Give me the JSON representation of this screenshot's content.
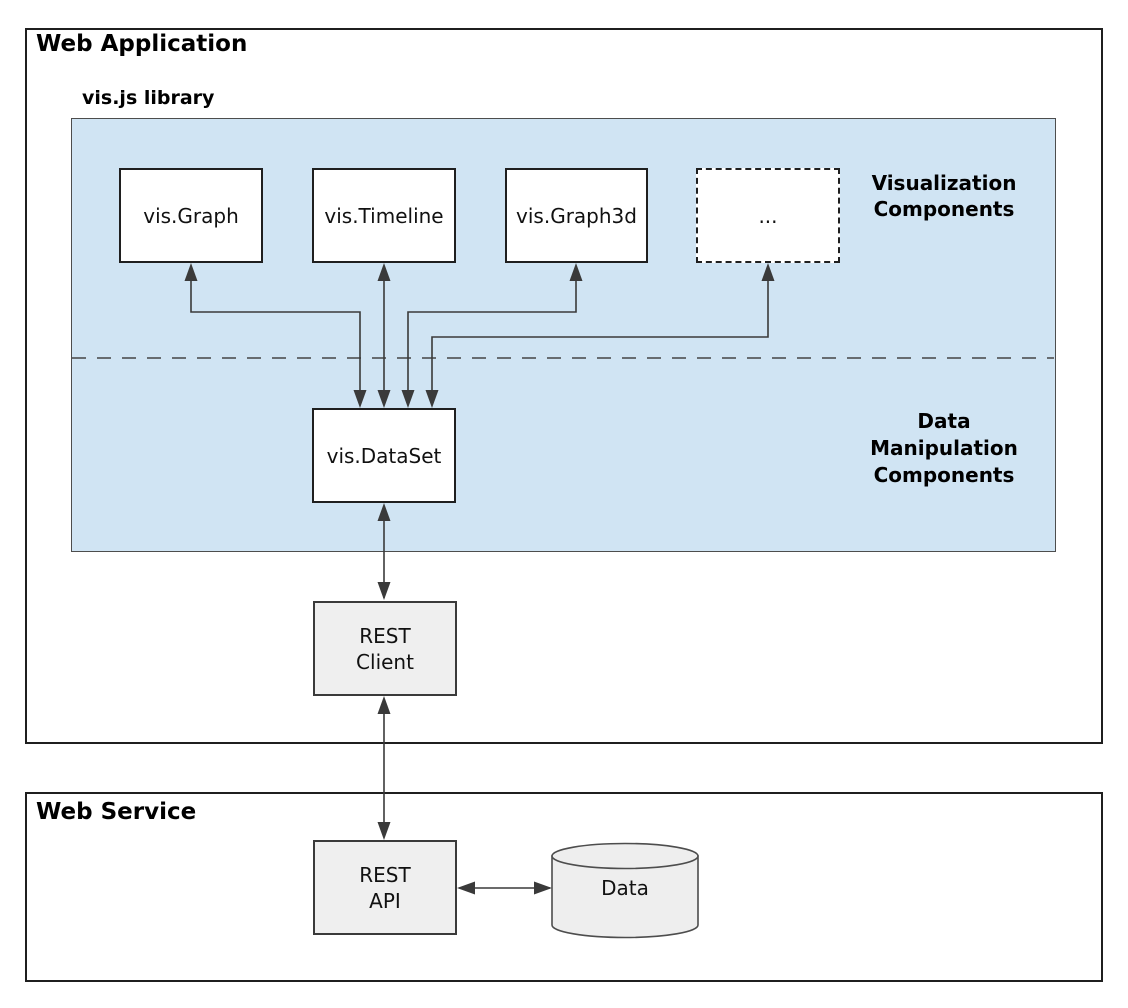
{
  "web_application": {
    "title": "Web Application",
    "vis_library": {
      "label": "vis.js library",
      "visualization_section": {
        "label_lines": [
          "Visualization",
          "Components"
        ],
        "boxes": [
          {
            "label": "vis.Graph"
          },
          {
            "label": "vis.Timeline"
          },
          {
            "label": "vis.Graph3d"
          },
          {
            "label": "...",
            "style": "dashed-placeholder"
          }
        ]
      },
      "data_manipulation_section": {
        "label_lines": [
          "Data",
          "Manipulation",
          "Components"
        ],
        "boxes": [
          {
            "label": "vis.DataSet"
          }
        ]
      }
    },
    "rest_client": {
      "label_lines": [
        "REST",
        "Client"
      ]
    }
  },
  "web_service": {
    "title": "Web Service",
    "rest_api": {
      "label_lines": [
        "REST",
        "API"
      ]
    },
    "data_store": {
      "label": "Data"
    }
  },
  "connections": [
    "vis.Graph <-> vis.DataSet",
    "vis.Timeline <-> vis.DataSet",
    "vis.Graph3d <-> vis.DataSet",
    "... <-> vis.DataSet",
    "vis.DataSet <-> REST Client",
    "REST Client <-> REST API",
    "REST API <-> Data"
  ],
  "colors": {
    "panel_blue": "#d0e4f3",
    "box_gray": "#efefef",
    "box_white": "#ffffff",
    "line": "#3a3a3a",
    "text": "#111111"
  }
}
